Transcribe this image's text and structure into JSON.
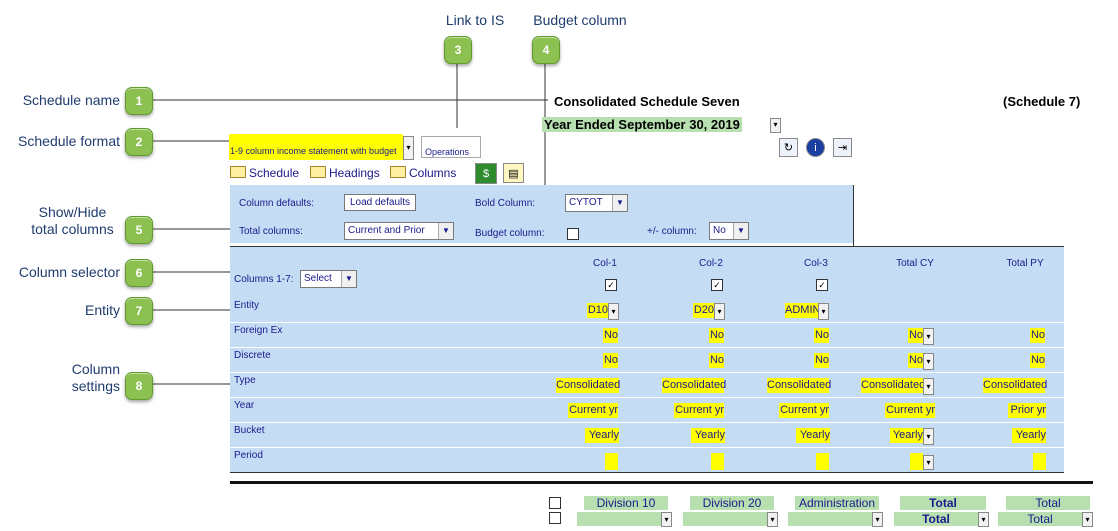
{
  "callouts": [
    {
      "num": "1",
      "label": "Schedule name"
    },
    {
      "num": "2",
      "label": "Schedule format"
    },
    {
      "num": "3",
      "label": "Link to IS"
    },
    {
      "num": "4",
      "label": "Budget column"
    },
    {
      "num": "5",
      "label": "Show/Hide total columns"
    },
    {
      "num": "6",
      "label": "Column selector"
    },
    {
      "num": "7",
      "label": "Entity"
    },
    {
      "num": "8",
      "label": "Column settings"
    }
  ],
  "header": {
    "schedule_title": "Consolidated Schedule Seven",
    "schedule_number": "(Schedule 7)",
    "period": "Year Ended September 30, 2019",
    "format_value": "1-9 column income statement with budget",
    "operations_label": "Operations"
  },
  "tabs": [
    "Schedule",
    "Headings",
    "Columns"
  ],
  "settings": {
    "column_defaults_label": "Column defaults:",
    "load_defaults_button": "Load defaults",
    "bold_column_label": "Bold Column:",
    "bold_column_value": "CYTOT",
    "total_columns_label": "Total columns:",
    "total_columns_value": "Current and Prior",
    "budget_column_label": "Budget column:",
    "plusminus_label": "+/- column:",
    "plusminus_value": "No"
  },
  "grid": {
    "columns_selector_label": "Columns 1-7:",
    "columns_selector_value": "Select",
    "headers": [
      "Col-1",
      "Col-2",
      "Col-3",
      "Total CY",
      "Total PY"
    ],
    "rows": [
      {
        "label": "Entity",
        "values": [
          "D10",
          "D20",
          "ADMIN",
          "",
          ""
        ]
      },
      {
        "label": "Foreign Ex",
        "values": [
          "No",
          "No",
          "No",
          "No",
          "No"
        ]
      },
      {
        "label": "Discrete",
        "values": [
          "No",
          "No",
          "No",
          "No",
          "No"
        ]
      },
      {
        "label": "Type",
        "values": [
          "Consolidated",
          "Consolidated",
          "Consolidated",
          "Consolidated",
          "Consolidated"
        ]
      },
      {
        "label": "Year",
        "values": [
          "Current yr",
          "Current yr",
          "Current yr",
          "Current yr",
          "Prior yr"
        ]
      },
      {
        "label": "Bucket",
        "values": [
          "Yearly",
          "Yearly",
          "Yearly",
          "Yearly",
          "Yearly"
        ]
      },
      {
        "label": "Period",
        "values": [
          "",
          "",
          "",
          "",
          ""
        ]
      }
    ]
  },
  "bottom": {
    "row1": [
      "Division 10",
      "Division 20",
      "Administration",
      "Total",
      "Total"
    ],
    "row2": [
      "",
      "",
      "",
      "Total",
      "Total"
    ]
  },
  "colors": {
    "badge": "#8cc152",
    "panel": "#c5dcf5",
    "highlight": "#ffff00",
    "period_bg": "#b7dfb0"
  }
}
